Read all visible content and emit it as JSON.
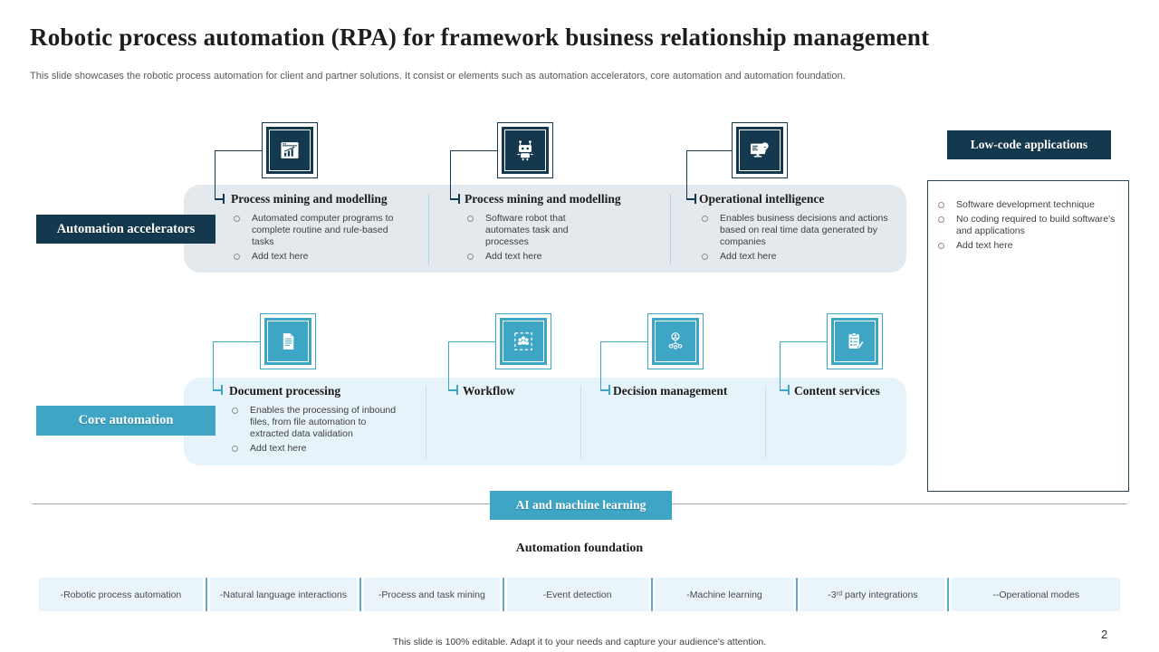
{
  "page": {
    "title": "Robotic process automation (RPA) for framework business relationship management",
    "subtitle": "This slide showcases the robotic process automation for client and partner solutions. It consist or elements such as automation accelerators, core automation and automation foundation.",
    "footer": "This slide is 100% editable. Adapt it to your needs and capture your audience's attention.",
    "page_number": "2"
  },
  "colors": {
    "navy": "#14394e",
    "teal": "#3ea5c5",
    "panel_gray": "#e4e9ed",
    "panel_blue": "#e7f3fa",
    "strip_fill": "#e9f4fb",
    "strip_divider": "#5ea9d6"
  },
  "accelerators": {
    "label": "Automation accelerators",
    "items": [
      {
        "icon": "presentation-chart-icon",
        "title": "Process mining and modelling",
        "bullets": [
          "Automated computer programs to complete routine and rule-based tasks",
          "Add text here"
        ]
      },
      {
        "icon": "robot-icon",
        "title": "Process mining and modelling",
        "bullets": [
          "Software robot that automates task and processes",
          "Add text here"
        ]
      },
      {
        "icon": "monitor-idea-icon",
        "title": "Operational intelligence",
        "bullets": [
          "Enables business decisions and actions based on real time data generated by companies",
          "Add text here"
        ]
      }
    ]
  },
  "low_code": {
    "title": "Low-code applications",
    "bullets": [
      "Software development technique",
      "No coding required to build software's and applications",
      "Add text here"
    ]
  },
  "core": {
    "label": "Core automation",
    "items": [
      {
        "icon": "document-icon",
        "title": "Document processing",
        "bullets": [
          "Enables the processing of inbound files, from file automation to extracted data validation",
          "Add text here"
        ]
      },
      {
        "icon": "team-selection-icon",
        "title": "Workflow",
        "bullets": []
      },
      {
        "icon": "decision-tree-icon",
        "title": "Decision management",
        "bullets": []
      },
      {
        "icon": "checklist-pen-icon",
        "title": "Content services",
        "bullets": []
      }
    ]
  },
  "foundation": {
    "badge": "AI and machine learning",
    "title": "Automation foundation",
    "items": [
      "-Robotic process automation",
      "-Natural language interactions",
      "-Process and task mining",
      "-Event detection",
      "-Machine learning",
      "-3ʳᵈ party integrations",
      "--Operational modes"
    ]
  }
}
